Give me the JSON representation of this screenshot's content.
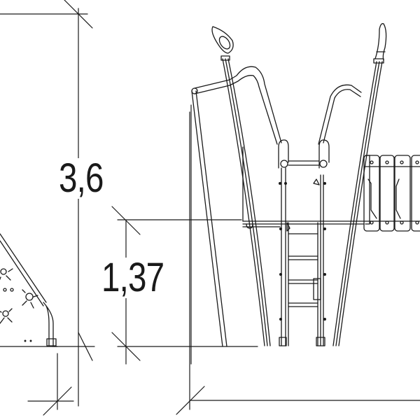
{
  "drawing": {
    "type": "technical elevation drawing",
    "subject": "playground climbing structure with ladder, climbing wall and panel fence",
    "line_color": "#1a1a1a",
    "background": "#ffffff"
  },
  "dimensions": {
    "total_height": {
      "label": "3,6",
      "unit": "m"
    },
    "platform_height": {
      "label": "1,37",
      "unit": "m"
    }
  },
  "components": {
    "climbing_wall": {
      "holds_count": 4
    },
    "ladder": {
      "rungs_count": 4
    },
    "fence_panels": {
      "count": 4
    },
    "finials": [
      "teardrop-loop-finial",
      "curved-hook-finial"
    ]
  }
}
